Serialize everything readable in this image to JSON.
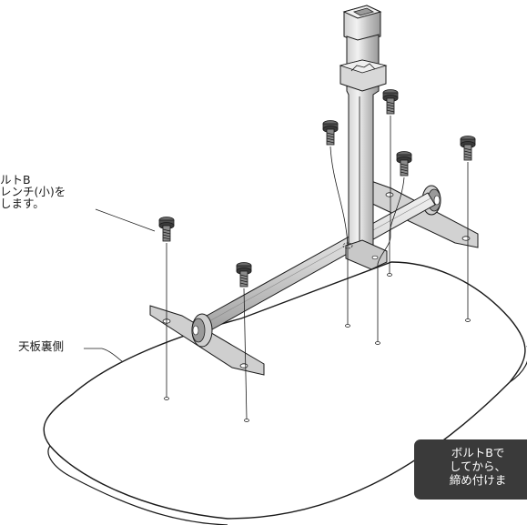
{
  "callouts": {
    "bolt_instruction": {
      "lines": [
        "ルトB",
        "レンチ(小)を",
        "します。"
      ]
    },
    "tabletop_back": "天板裏側"
  },
  "note_box": {
    "lines": [
      "ボルトBで",
      "してから、",
      "締め付けま"
    ],
    "background": "#3a3a3a",
    "text_color": "#ffffff"
  },
  "colors": {
    "line": "#1a1a1a",
    "metal_light": "#e6e6e6",
    "metal_mid": "#c4c4c4",
    "metal_dark": "#8a8a8a",
    "bolt_dark": "#555555"
  }
}
